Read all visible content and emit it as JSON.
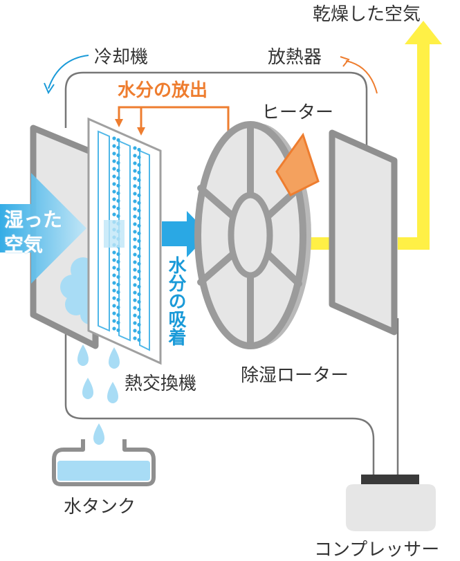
{
  "labels": {
    "dry_air": "乾燥した空気",
    "cooler": "冷却機",
    "radiator": "放熱器",
    "moisture_release": "水分の放出",
    "heater": "ヒーター",
    "humid_air_line1": "湿った",
    "humid_air_line2": "空気",
    "moisture_absorption": "水分の吸着",
    "heat_exchanger": "熱交換機",
    "dehumidifying_rotor": "除湿ローター",
    "water_tank": "水タンク",
    "compressor": "コンプレッサー"
  },
  "colors": {
    "frame_gray": "#8f8f8f",
    "panel_fill": "#e6e6e6",
    "pipe": "#777777",
    "orange": "#ee7d2f",
    "blue": "#1a9ad8",
    "light_blue": "#a8dcf5",
    "yellow": "#fff046"
  }
}
